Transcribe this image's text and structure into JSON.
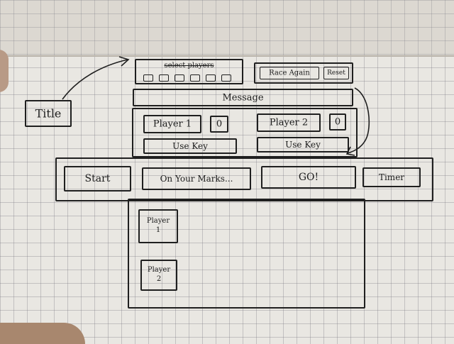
{
  "title_box": {
    "label": "Title"
  },
  "header": {
    "select_players": {
      "label": "select players"
    },
    "race_again": {
      "label": "Race Again"
    },
    "reset": {
      "label": "Reset"
    }
  },
  "message_bar": {
    "label": "Message"
  },
  "players": [
    {
      "name": "Player 1",
      "score": "0",
      "key_label": "Use Key"
    },
    {
      "name": "Player 2",
      "score": "0",
      "key_label": "Use Key"
    }
  ],
  "controls": {
    "start": "Start",
    "on_your_marks": "On Your Marks...",
    "go": "GO!",
    "timer": "Timer"
  },
  "track": {
    "runners": [
      {
        "line1": "Player",
        "line2": "1"
      },
      {
        "line1": "Player",
        "line2": "2"
      }
    ]
  },
  "colors": {
    "ink": "#1f1f1f",
    "paper": "#e9e7e2",
    "grid": "#8a8a92"
  }
}
